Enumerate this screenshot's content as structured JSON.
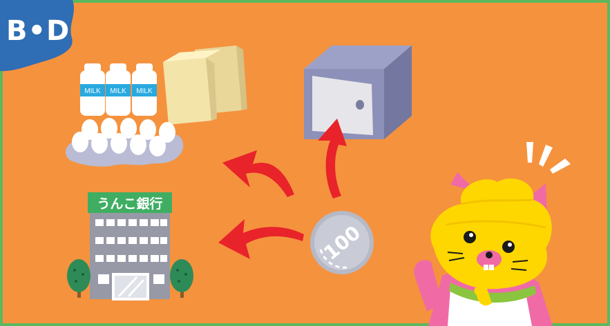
{
  "badge": {
    "text": "B•D"
  },
  "groceries": {
    "milk_label": "MILK"
  },
  "bank": {
    "sign_text": "うんこ銀行"
  },
  "coin": {
    "value": "100"
  },
  "colors": {
    "background": "#f5923e",
    "frame": "#5cb85c",
    "badge": "#2f6db5",
    "arrow": "#e8232a",
    "character": "#ffd700",
    "character_limbs": "#f06aa6"
  },
  "icons": [
    "milk-bottle-icon",
    "paper-bag-icon",
    "egg-tray-icon",
    "safe-box-icon",
    "bank-building-icon",
    "tree-icon",
    "coin-icon",
    "arrow-icon",
    "poop-cat-character"
  ]
}
